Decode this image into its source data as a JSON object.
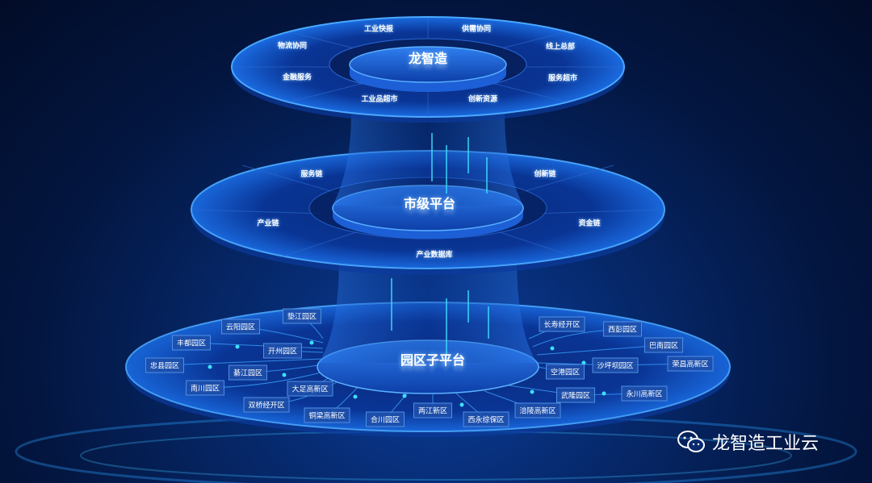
{
  "top_disk": {
    "center": "龙智造",
    "items": [
      "工业快报",
      "供需协同",
      "物流协同",
      "线上总部",
      "金融服务",
      "服务超市",
      "工业品超市",
      "创新资源"
    ]
  },
  "middle_disk": {
    "center": "市级平台",
    "items": [
      "服务链",
      "创新链",
      "产业链",
      "资金链",
      "产业数据库"
    ]
  },
  "bottom_disk": {
    "center": "园区子平台",
    "parks": [
      "垫江园区",
      "云阳园区",
      "丰都园区",
      "开州园区",
      "忠县园区",
      "綦江园区",
      "南川园区",
      "大足高新区",
      "双桥经开区",
      "铜梁高新区",
      "合川园区",
      "两江新区",
      "西永综保区",
      "涪陵高新区",
      "武隆园区",
      "永川高新区",
      "空港园区",
      "沙坪坝园区",
      "荣昌高新区",
      "巴南园区",
      "西彭园区",
      "长寿经开区"
    ]
  },
  "watermark": {
    "icon": "wechat-icon",
    "text": "龙智造工业云"
  },
  "colors": {
    "accent": "#2f8cff",
    "glow": "#3fe0ff",
    "tag_border": "#4f8fe6"
  }
}
